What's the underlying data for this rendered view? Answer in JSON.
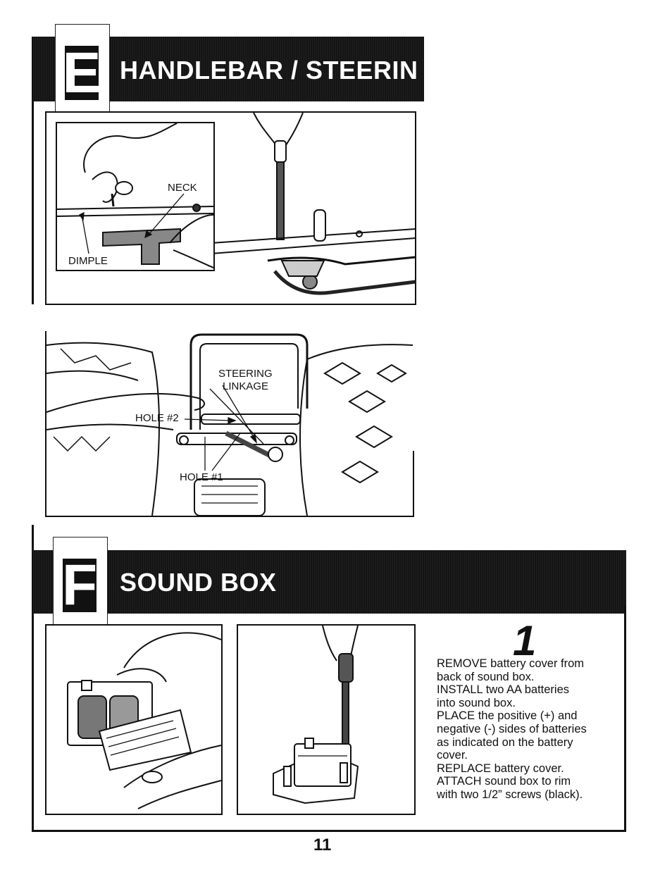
{
  "section_e": {
    "letter": "E",
    "title": "HANDLEBAR / STEERIN",
    "labels": {
      "neck": "NECK",
      "dimple": "DIMPLE",
      "steering_linkage_1": "STEERING",
      "steering_linkage_2": "LINKAGE",
      "hole2": "HOLE #2",
      "hole1": "HOLE #1"
    }
  },
  "section_f": {
    "letter": "F",
    "title": "SOUND BOX",
    "step_number": "1",
    "instructions": [
      "REMOVE battery cover from",
      "back of sound box.",
      "INSTALL two AA batteries",
      "into sound box.",
      "PLACE the positive (+) and",
      "negative (-) sides of batteries",
      "as indicated on the battery",
      "cover.",
      "REPLACE battery cover.",
      "ATTACH sound box to rim",
      "with two 1/2” screws (black)."
    ]
  },
  "page_number": "11"
}
